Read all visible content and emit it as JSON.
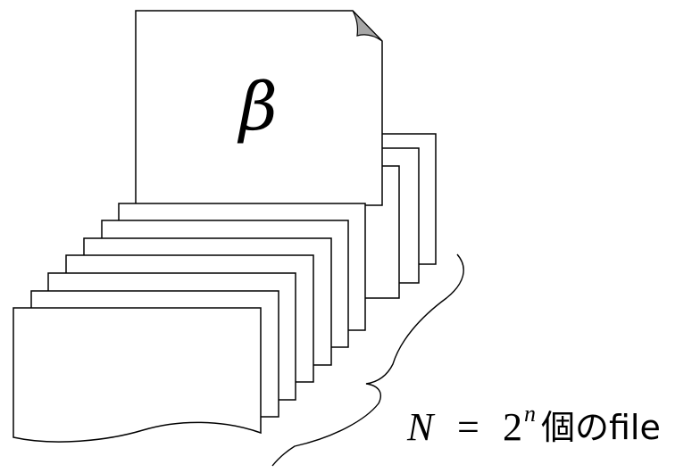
{
  "top_file": {
    "label": "β"
  },
  "count_label": {
    "N": "N",
    "equals": "=",
    "base": "2",
    "exponent": "n",
    "suffix": "個のfile"
  }
}
